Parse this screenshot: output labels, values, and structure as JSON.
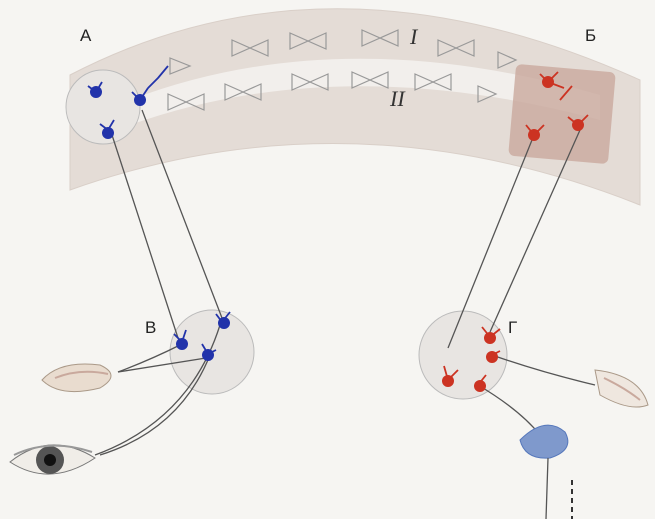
{
  "labels": {
    "a": "А",
    "b": "Б",
    "v": "В",
    "g": "Г",
    "layer_1": "I",
    "layer_2": "II"
  },
  "colors": {
    "left_group": "#2233aa",
    "right_group": "#cc3322",
    "arc_outer": "#e4dcd6",
    "arc_inner": "#f2efec",
    "right_block": "#c9a99d",
    "nucleus_fill": "#e8e5e2",
    "receptor_blue": "#5577bb"
  },
  "icons": {
    "eye": "eye-icon",
    "ear": "ear-icon",
    "skin_receptor": "skin-receptor-icon",
    "receptor_cell": "receptor-cell-icon"
  }
}
